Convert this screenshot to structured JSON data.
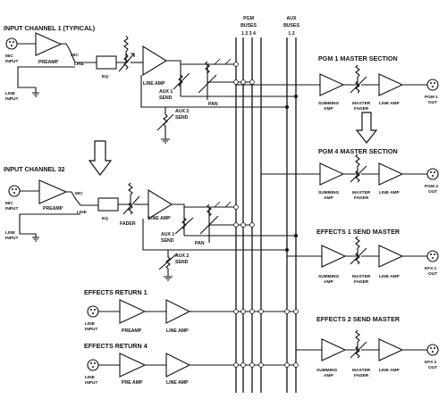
{
  "buses": {
    "pgm_title": "PGM",
    "pgm_subtitle": "BUSES",
    "pgm_numbers": "1 2 3 4",
    "aux_title": "AUX",
    "aux_subtitle": "BUSES",
    "aux_numbers": "1  2"
  },
  "channel1": {
    "title": "INPUT CHANNEL 1 (TYPICAL)",
    "mic_input": [
      "MIC",
      "INPUT"
    ],
    "line_input": [
      "LINE",
      "INPUT"
    ],
    "preamp": "PREAMP",
    "mic": "MIC",
    "line": "LINE",
    "eq": "EQ",
    "line_amp": "LINE AMP",
    "aux1_send": [
      "AUX 1",
      "SEND"
    ],
    "aux2_send": [
      "AUX 2",
      "SEND"
    ],
    "pan": "PAN"
  },
  "channel32": {
    "title": "INPUT CHANNEL 32",
    "mic_input": [
      "MIC",
      "INPUT"
    ],
    "line_input": [
      "LINE",
      "INPUT"
    ],
    "preamp": "PREAMP",
    "mic": "MIC",
    "line": "LINE",
    "eq": "EQ",
    "fader": "FADER",
    "line_amp": "LINE AMP",
    "aux1_send": [
      "AUX 1",
      "SEND"
    ],
    "aux2_send": [
      "AUX 2",
      "SEND"
    ],
    "pan": "PAN"
  },
  "returns": [
    {
      "title": "EFFECTS RETURN 1",
      "input": [
        "LINE",
        "INPUT"
      ],
      "preamp": "PREAMP",
      "line_amp": "LINE AMP"
    },
    {
      "title": "EFFECTS RETURN 4",
      "input": [
        "LINE",
        "INPUT"
      ],
      "preamp": "PRE AMP",
      "line_amp": "LINE AMP"
    }
  ],
  "masters": [
    {
      "title": "PGM 1 MASTER SECTION",
      "summing": [
        "SUMMING",
        "AMP"
      ],
      "fader": [
        "MASTER",
        "FADER"
      ],
      "line_amp": "LINE AMP",
      "out": [
        "PGM 1",
        "OUT"
      ]
    },
    {
      "title": "PGM 4 MASTER SECTION",
      "summing": [
        "SUMMING",
        "AMP"
      ],
      "fader": [
        "MASTER",
        "FADER"
      ],
      "line_amp": "LINE AMP",
      "out": [
        "PGM 4",
        "OUT"
      ]
    },
    {
      "title": "EFFECTS 1 SEND MASTER",
      "summing": [
        "SUMMING",
        "AMP"
      ],
      "fader": [
        "MASTER",
        "FADER"
      ],
      "line_amp": "LINE AMP",
      "out": [
        "EFX 1",
        "OUT"
      ]
    },
    {
      "title": "EFFECTS 2 SEND MASTER",
      "summing": [
        "SUMMING",
        "AMP"
      ],
      "fader": [
        "MASTER",
        "FADER"
      ],
      "line_amp": "LINE AMP",
      "out": [
        "EFX 2",
        "OUT"
      ]
    }
  ]
}
